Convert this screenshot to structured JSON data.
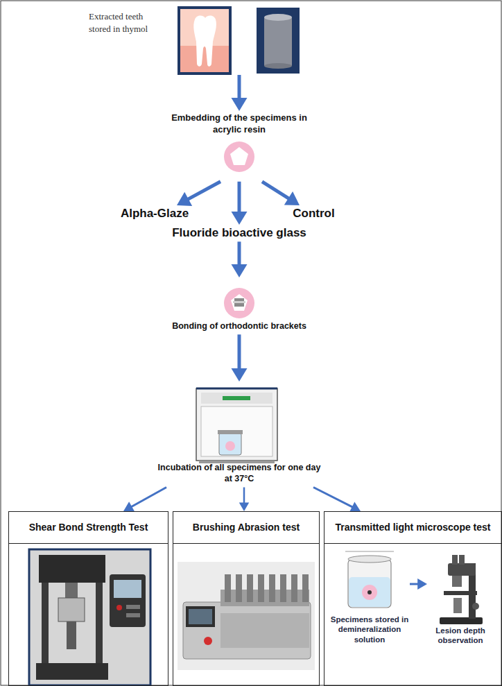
{
  "diagram": {
    "nodes": [
      {
        "text": [
          "Extracted teeth stored in thymol"
        ]
      },
      {
        "text": [
          "Embedding of the specimens in acrylic resin"
        ]
      },
      {
        "text": [
          "Alpha-Glaze"
        ]
      },
      {
        "text": [
          "Control"
        ]
      },
      {
        "text": [
          "Fluoride bioactive glass"
        ]
      },
      {
        "text": [
          "Bonding of orthodontic brackets"
        ]
      },
      {
        "text": [
          "Incubation of all specimens for one day at 37°C"
        ]
      },
      {
        "text": [
          "Shear Bond Strength Test"
        ]
      },
      {
        "text": [
          "Brushing Abrasion test"
        ]
      },
      {
        "text": [
          "Transmitted light microscope test"
        ]
      },
      {
        "text": [
          "Specimens stored in demineralization solution"
        ],
        "in": 9
      },
      {
        "text": [
          "Lesion depth observation"
        ],
        "in": 9
      }
    ],
    "edges": [
      {
        "from": 0,
        "to": 1,
        "arrow": "to"
      },
      {
        "from": 1,
        "to": 2,
        "arrow": "to"
      },
      {
        "from": 1,
        "to": 3,
        "arrow": "to"
      },
      {
        "from": 1,
        "to": 4,
        "arrow": "to"
      },
      {
        "from": 4,
        "to": 5,
        "arrow": "to"
      },
      {
        "from": 5,
        "to": 6,
        "arrow": "to"
      },
      {
        "from": 6,
        "to": 7,
        "arrow": "to"
      },
      {
        "from": 6,
        "to": 8,
        "arrow": "to"
      },
      {
        "from": 6,
        "to": 9,
        "arrow": "to"
      },
      {
        "from": 10,
        "to": 11,
        "arrow": "to"
      }
    ]
  }
}
